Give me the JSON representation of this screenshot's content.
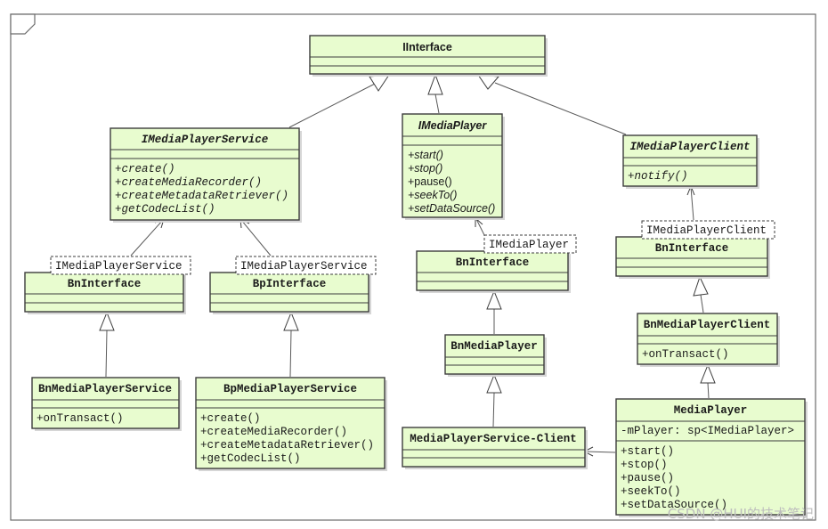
{
  "classes": {
    "iinterface": {
      "name": "IInterface",
      "ops": []
    },
    "imediaplayerservice": {
      "name": "IMediaPlayerService",
      "ops": [
        "+create()",
        "+createMediaRecorder()",
        "+createMetadataRetriever()",
        "+getCodecList()"
      ]
    },
    "imediaplayer": {
      "name": "IMediaPlayer",
      "ops": [
        "+start()",
        "+stop()",
        "+pause()",
        "+seekTo()",
        "+setDataSource()"
      ]
    },
    "imediaplayerclient": {
      "name": "IMediaPlayerClient",
      "ops": [
        "+notify()"
      ]
    },
    "bninterface_service": {
      "name": "BnInterface",
      "template": "IMediaPlayerService"
    },
    "bpinterface_service": {
      "name": "BpInterface",
      "template": "IMediaPlayerService"
    },
    "bninterface_player": {
      "name": "BnInterface",
      "template": "IMediaPlayer"
    },
    "bninterface_client": {
      "name": "BnInterface",
      "template": "IMediaPlayerClient"
    },
    "bnmediaplayerservice": {
      "name": "BnMediaPlayerService",
      "ops": [
        "+onTransact()"
      ]
    },
    "bpmediaplayerservice": {
      "name": "BpMediaPlayerService",
      "ops": [
        "+create()",
        "+createMediaRecorder()",
        "+createMetadataRetriever()",
        "+getCodecList()"
      ]
    },
    "bnmediaplayer": {
      "name": "BnMediaPlayer"
    },
    "mediaplayerserviceclient": {
      "name": "MediaPlayerService-Client"
    },
    "bnmediaplayerclient": {
      "name": "BnMediaPlayerClient",
      "ops": [
        "+onTransact()"
      ]
    },
    "mediaplayer": {
      "name": "MediaPlayer",
      "attrs": [
        "-mPlayer: sp<IMediaPlayer>"
      ],
      "ops": [
        "+start()",
        "+stop()",
        "+pause()",
        "+seekTo()",
        "+setDataSource()"
      ]
    }
  },
  "watermark": "CSDN @HUI的技术笔记"
}
